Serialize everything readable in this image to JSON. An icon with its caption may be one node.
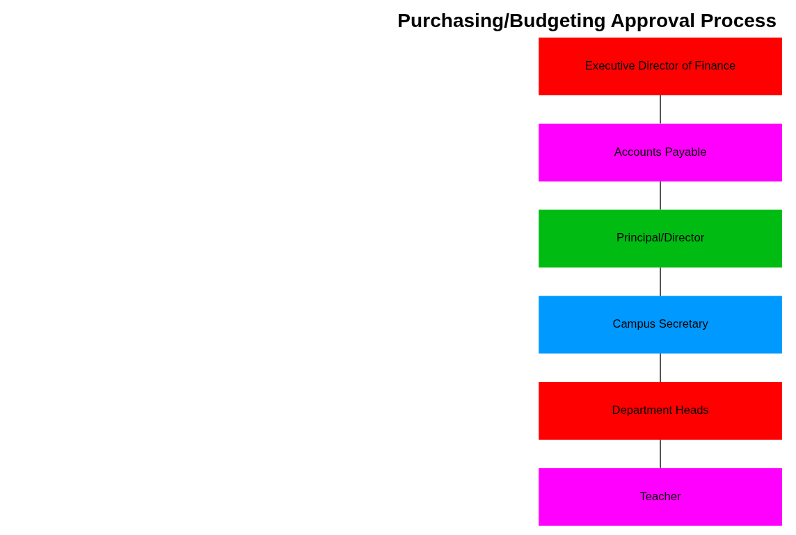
{
  "diagram": {
    "title": "Purchasing/Budgeting Approval Process",
    "nodes": [
      {
        "text": [
          "Executive Director of Finance"
        ]
      },
      {
        "text": [
          "Accounts Payable"
        ]
      },
      {
        "text": [
          "Principal/Director"
        ]
      },
      {
        "text": [
          "Campus Secretary"
        ]
      },
      {
        "text": [
          "Department Heads"
        ]
      },
      {
        "text": [
          "Teacher"
        ]
      }
    ],
    "edges": [
      {
        "from": 0,
        "to": 1,
        "arrow": "none"
      },
      {
        "from": 1,
        "to": 2,
        "arrow": "none"
      },
      {
        "from": 2,
        "to": 3,
        "arrow": "none"
      },
      {
        "from": 3,
        "to": 4,
        "arrow": "none"
      },
      {
        "from": 4,
        "to": 5,
        "arrow": "none"
      }
    ]
  }
}
